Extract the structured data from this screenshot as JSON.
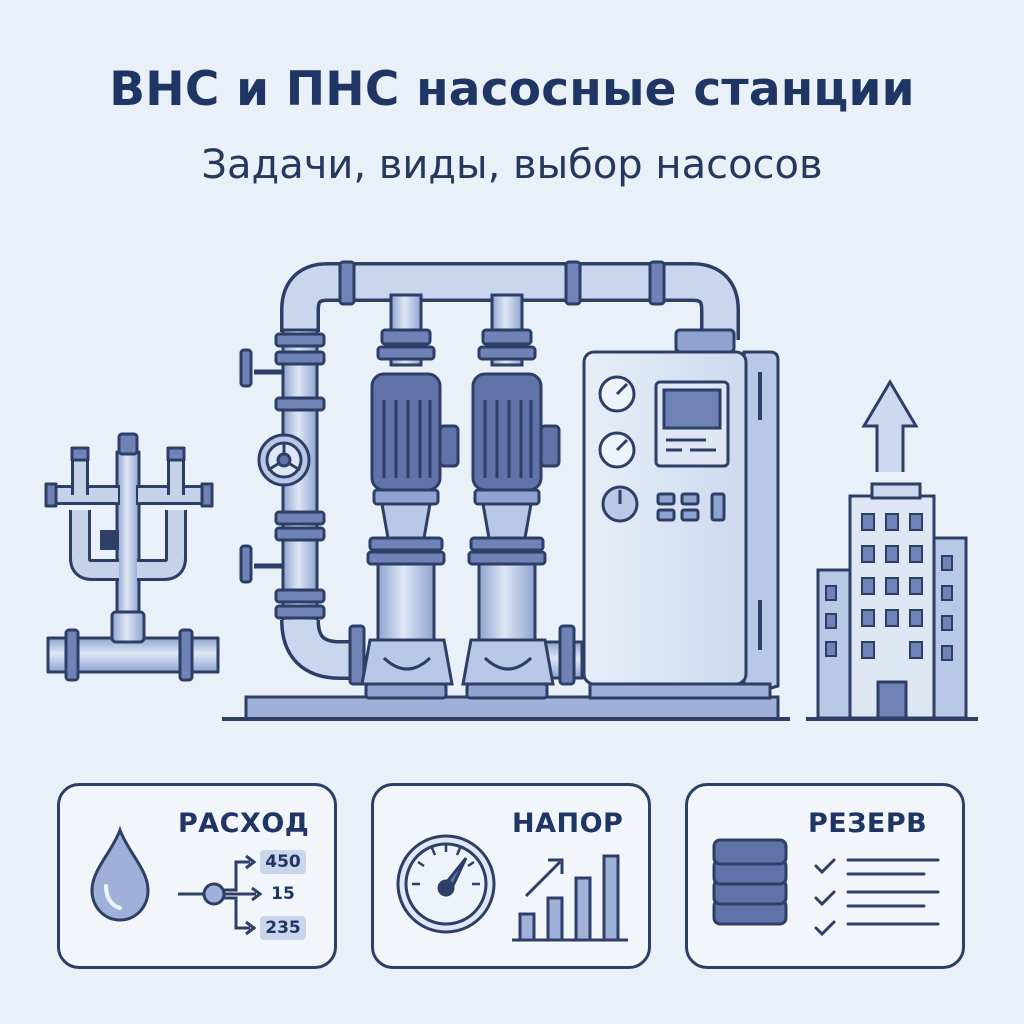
{
  "header": {
    "title": "ВНС и ПНС насосные станции",
    "subtitle": "Задачи, виды, выбор насосов"
  },
  "cards": [
    {
      "title": "РАСХОД",
      "icon": "water-drop-icon",
      "flow_values": [
        "450",
        "15",
        "235"
      ]
    },
    {
      "title": "НАПОР",
      "icon": "pressure-gauge-icon",
      "chart_icon": "bar-chart-up-icon"
    },
    {
      "title": "РЕЗЕРВ",
      "icon": "stack-layers-icon",
      "list_icon": "checklist-icon"
    }
  ],
  "colors": {
    "background": "#e9f0f8",
    "dark": "#2d3f66",
    "pipe": "#aebfe0",
    "pipe_dark": "#5f73a8",
    "fill_light": "#dfe7f5"
  }
}
